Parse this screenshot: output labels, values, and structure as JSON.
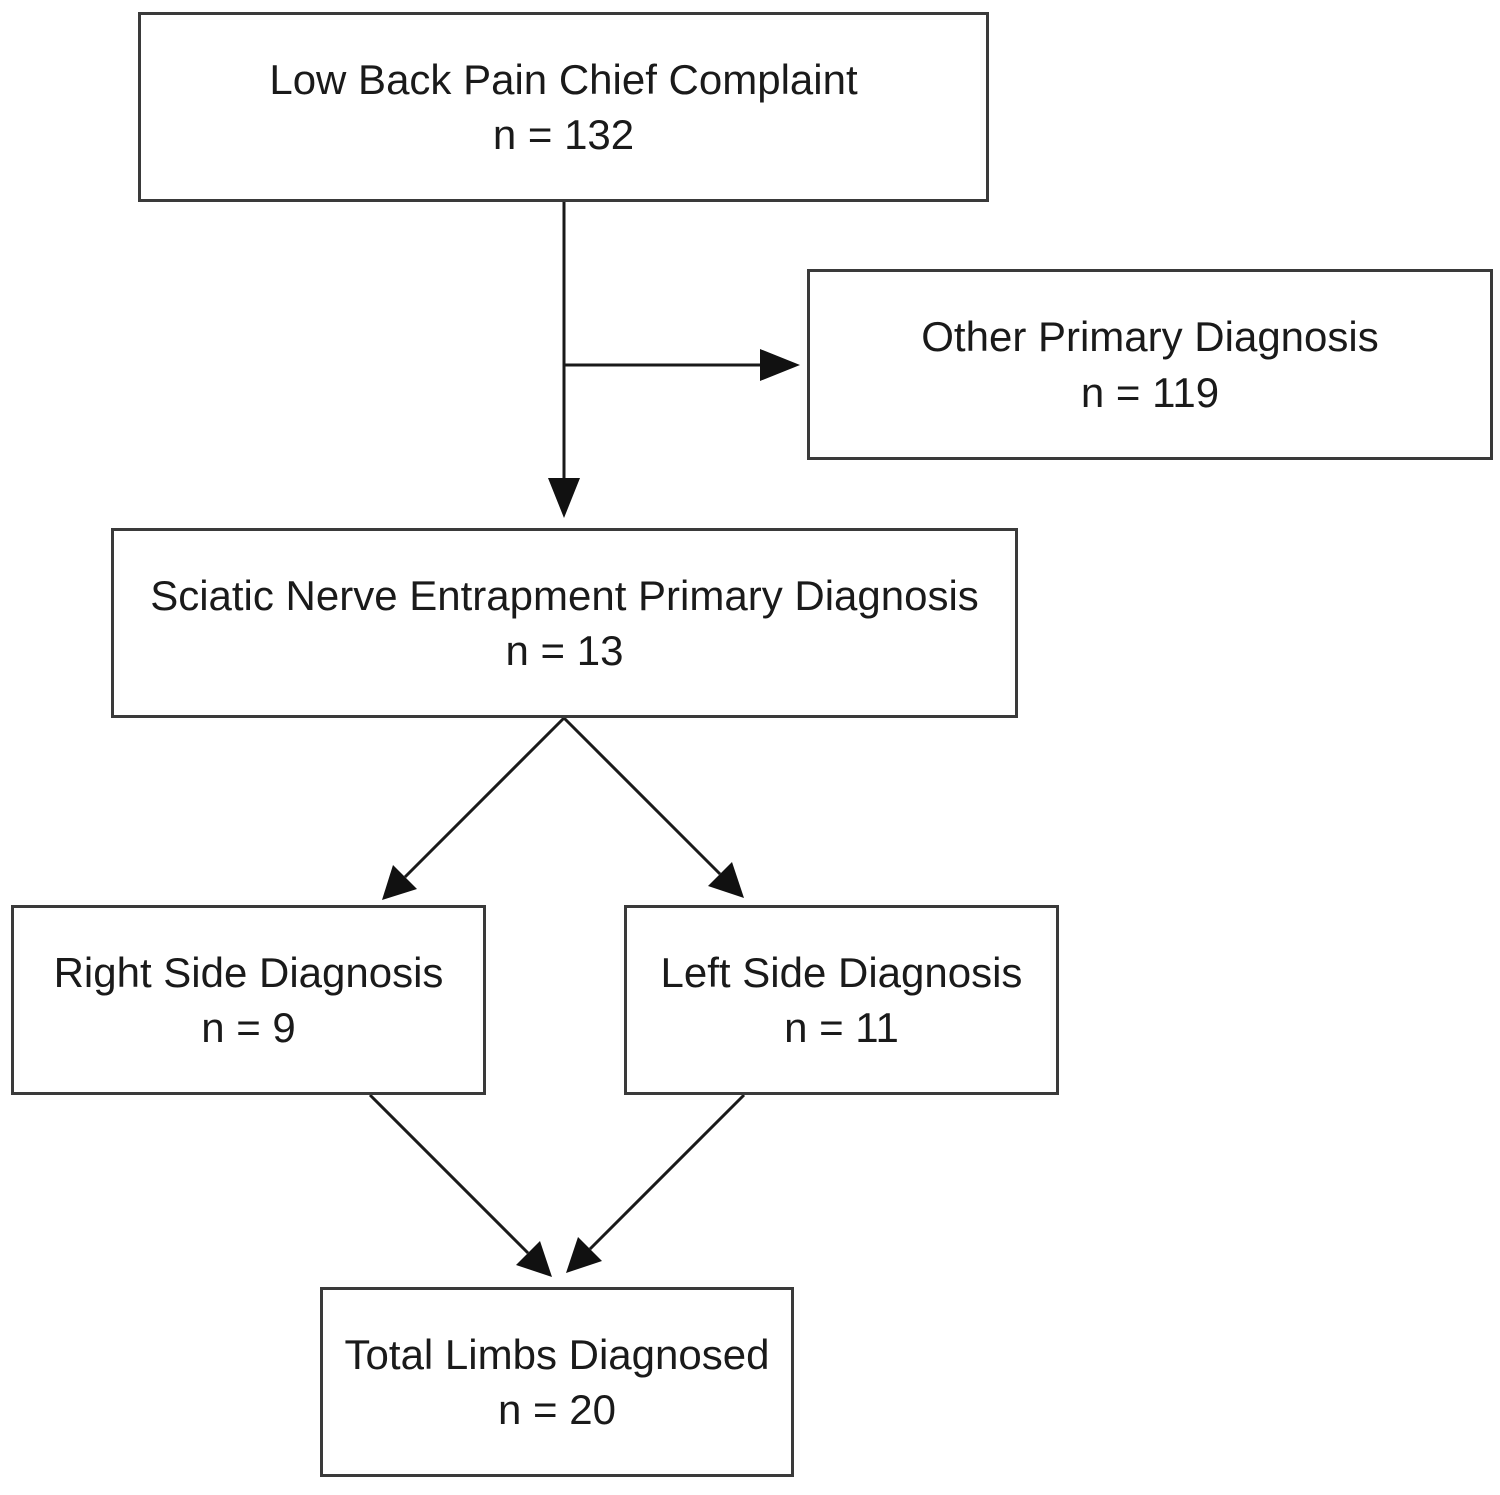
{
  "flow": {
    "chief_complaint": {
      "label": "Low Back Pain Chief Complaint",
      "count": "n = 132"
    },
    "other_diagnosis": {
      "label": "Other Primary Diagnosis",
      "count": "n = 119"
    },
    "sciatic_diagnosis": {
      "label": "Sciatic Nerve Entrapment Primary Diagnosis",
      "count": "n = 13"
    },
    "right_side": {
      "label": "Right Side Diagnosis",
      "count": "n = 9"
    },
    "left_side": {
      "label": "Left Side Diagnosis",
      "count": "n = 11"
    },
    "total_limbs": {
      "label": "Total Limbs Diagnosed",
      "count": "n = 20"
    }
  },
  "colors": {
    "line": "#1a1a1a",
    "border": "#3a3a3a",
    "background": "#ffffff"
  }
}
